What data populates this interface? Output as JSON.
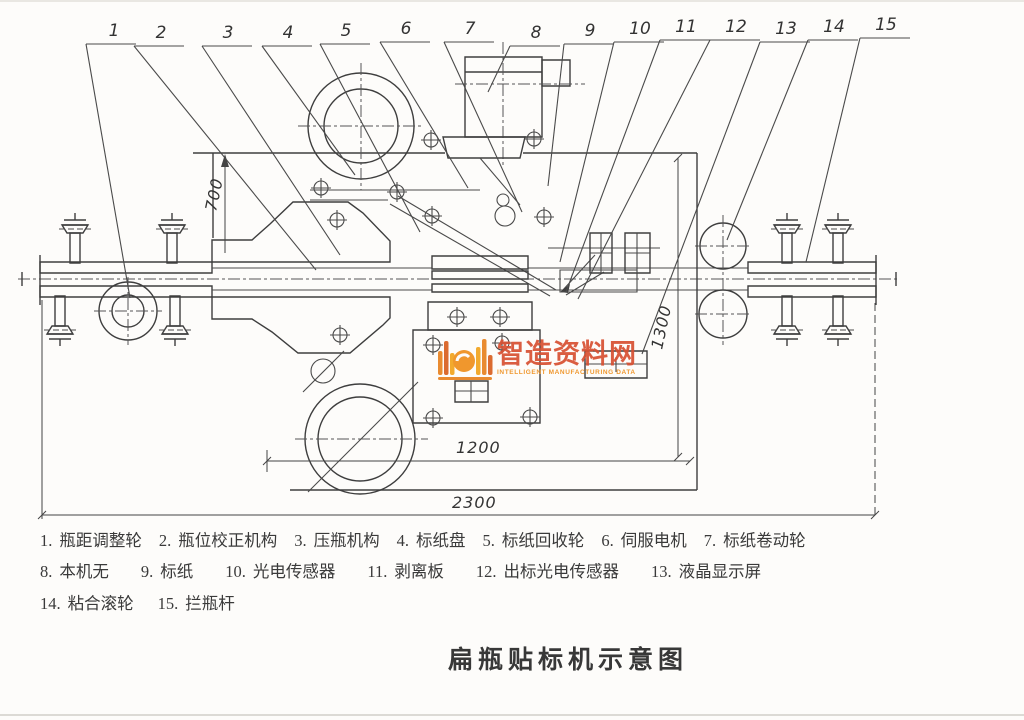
{
  "page": {
    "title": "扁瓶贴标机示意图"
  },
  "callouts": [
    "1",
    "2",
    "3",
    "4",
    "5",
    "6",
    "7",
    "8",
    "9",
    "10",
    "11",
    "12",
    "13",
    "14",
    "15"
  ],
  "dims": {
    "height_700": "700",
    "height_1300": "1300",
    "width_1200": "1200",
    "width_2300": "2300"
  },
  "watermark": {
    "name": "智造资料网",
    "subtitle": "INTELLIGENT MANUFACTURING DATA",
    "logo": "orange-bars-logo",
    "colors": {
      "text": "#d85032",
      "accent": "#ef8f1c",
      "bars": "#e8821f"
    }
  },
  "drawing": {
    "line_color": "#3e3e3e",
    "paper_color": "#fdfcfa"
  },
  "legend": {
    "rows": [
      [
        {
          "num": "1.",
          "label": "瓶距调整轮"
        },
        {
          "num": "2.",
          "label": "瓶位校正机构"
        },
        {
          "num": "3.",
          "label": "压瓶机构"
        },
        {
          "num": "4.",
          "label": "标纸盘"
        },
        {
          "num": "5.",
          "label": "标纸回收轮"
        },
        {
          "num": "6.",
          "label": "伺服电机"
        },
        {
          "num": "7.",
          "label": "标纸卷动轮"
        }
      ],
      [
        {
          "num": "8.",
          "label": "本机无"
        },
        {
          "num": "9.",
          "label": "标纸"
        },
        {
          "num": "10.",
          "label": "光电传感器"
        },
        {
          "num": "11.",
          "label": "剥离板"
        },
        {
          "num": "12.",
          "label": "出标光电传感器"
        },
        {
          "num": "13.",
          "label": "液晶显示屏"
        }
      ],
      [
        {
          "num": "14.",
          "label": "粘合滚轮"
        },
        {
          "num": "15.",
          "label": "拦瓶杆"
        }
      ]
    ]
  }
}
